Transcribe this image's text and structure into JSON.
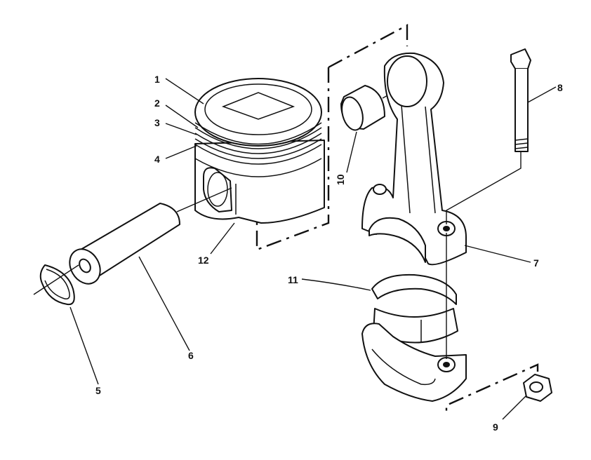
{
  "callouts": {
    "c1": "1",
    "c2": "2",
    "c3": "3",
    "c4": "4",
    "c5": "5",
    "c6": "6",
    "c7": "7",
    "c8": "8",
    "c9": "9",
    "c10": "10",
    "c11": "11",
    "c12": "12"
  },
  "colors": {
    "line": "#111111",
    "background": "#ffffff"
  },
  "parts": [
    "piston",
    "piston-ring-top",
    "piston-ring-second",
    "piston-ring-oil",
    "snap-ring",
    "piston-pin",
    "connecting-rod",
    "rod-bolt",
    "rod-nut",
    "pin-bushing",
    "bearing-shells",
    "bearing-cap"
  ]
}
